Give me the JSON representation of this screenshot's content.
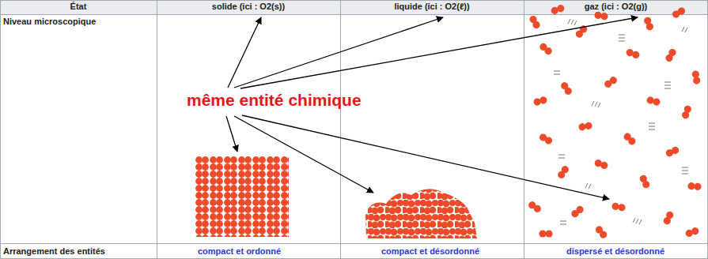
{
  "diagram": {
    "labels": [
      "État",
      "solide (ici : O2(s))",
      "liquide (ici : O2(ℓ))",
      "gaz (ici : O2(g))",
      "Niveau microscopique",
      "même entité chimique",
      "Arrangement des entités",
      "compact et ordonné",
      "compact et désordonné",
      "dispersé et désordonné"
    ]
  }
}
